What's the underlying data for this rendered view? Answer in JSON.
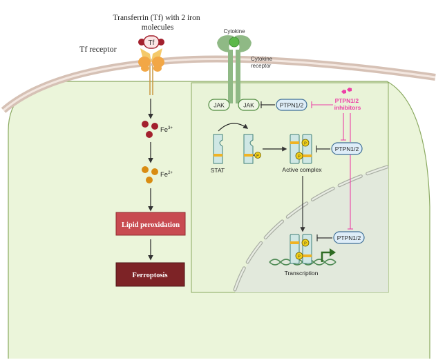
{
  "labels": {
    "transferrin": [
      "Transferrin (Tf) with 2 iron",
      "molecules"
    ],
    "tf_badge": "Tf",
    "tf_receptor": "Tf receptor",
    "cytokine": "Cytokine",
    "cytokine_receptor": [
      "Cytokine",
      "receptor"
    ],
    "jak_left": "JAK",
    "jak_right": "JAK",
    "ptpn_top": "PTPN1/2",
    "ptpn_mid": "PTPN1/2",
    "ptpn_bottom": "PTPN1/2",
    "inhibitors": [
      "PTPN1/2",
      "inhibitors"
    ],
    "stat": "STAT",
    "active_complex": "Active complex",
    "transcription": "Transcription",
    "fe3_base": "Fe",
    "fe3_sup": "3+",
    "fe2_base": "Fe",
    "fe2_sup": "2+",
    "lipid_peroxidation": "Lipid peroxidation",
    "ferroptosis": "Ferroptosis",
    "phospho": "P"
  },
  "colors": {
    "cell_fill": "#ebf5da",
    "cell_stroke": "#8aa960",
    "membrane": "#e7d6cd",
    "membrane_edge": "#d6c1b5",
    "nucleus_fill": "#e3ebdc",
    "fe3": "#a3212e",
    "fe2": "#d98c12",
    "lipid_box": "#c84b51",
    "ferroptosis_box": "#7d2326",
    "inhibitor_pink": "#ec3fa6",
    "ptpn_fill": "#deedf8",
    "ptpn_stroke": "#3f6f96",
    "jak_stroke": "#4f8a3e",
    "stat_fill": "#cfe7e4",
    "stat_stroke": "#3f7f78",
    "phospho_fill": "#f1d019",
    "band": "#f0b323",
    "receptor_green": "#8fb985",
    "cytokine_green": "#5cb84a",
    "dna_green": "#4e8a54",
    "tss_arrow": "#2e6b23"
  }
}
